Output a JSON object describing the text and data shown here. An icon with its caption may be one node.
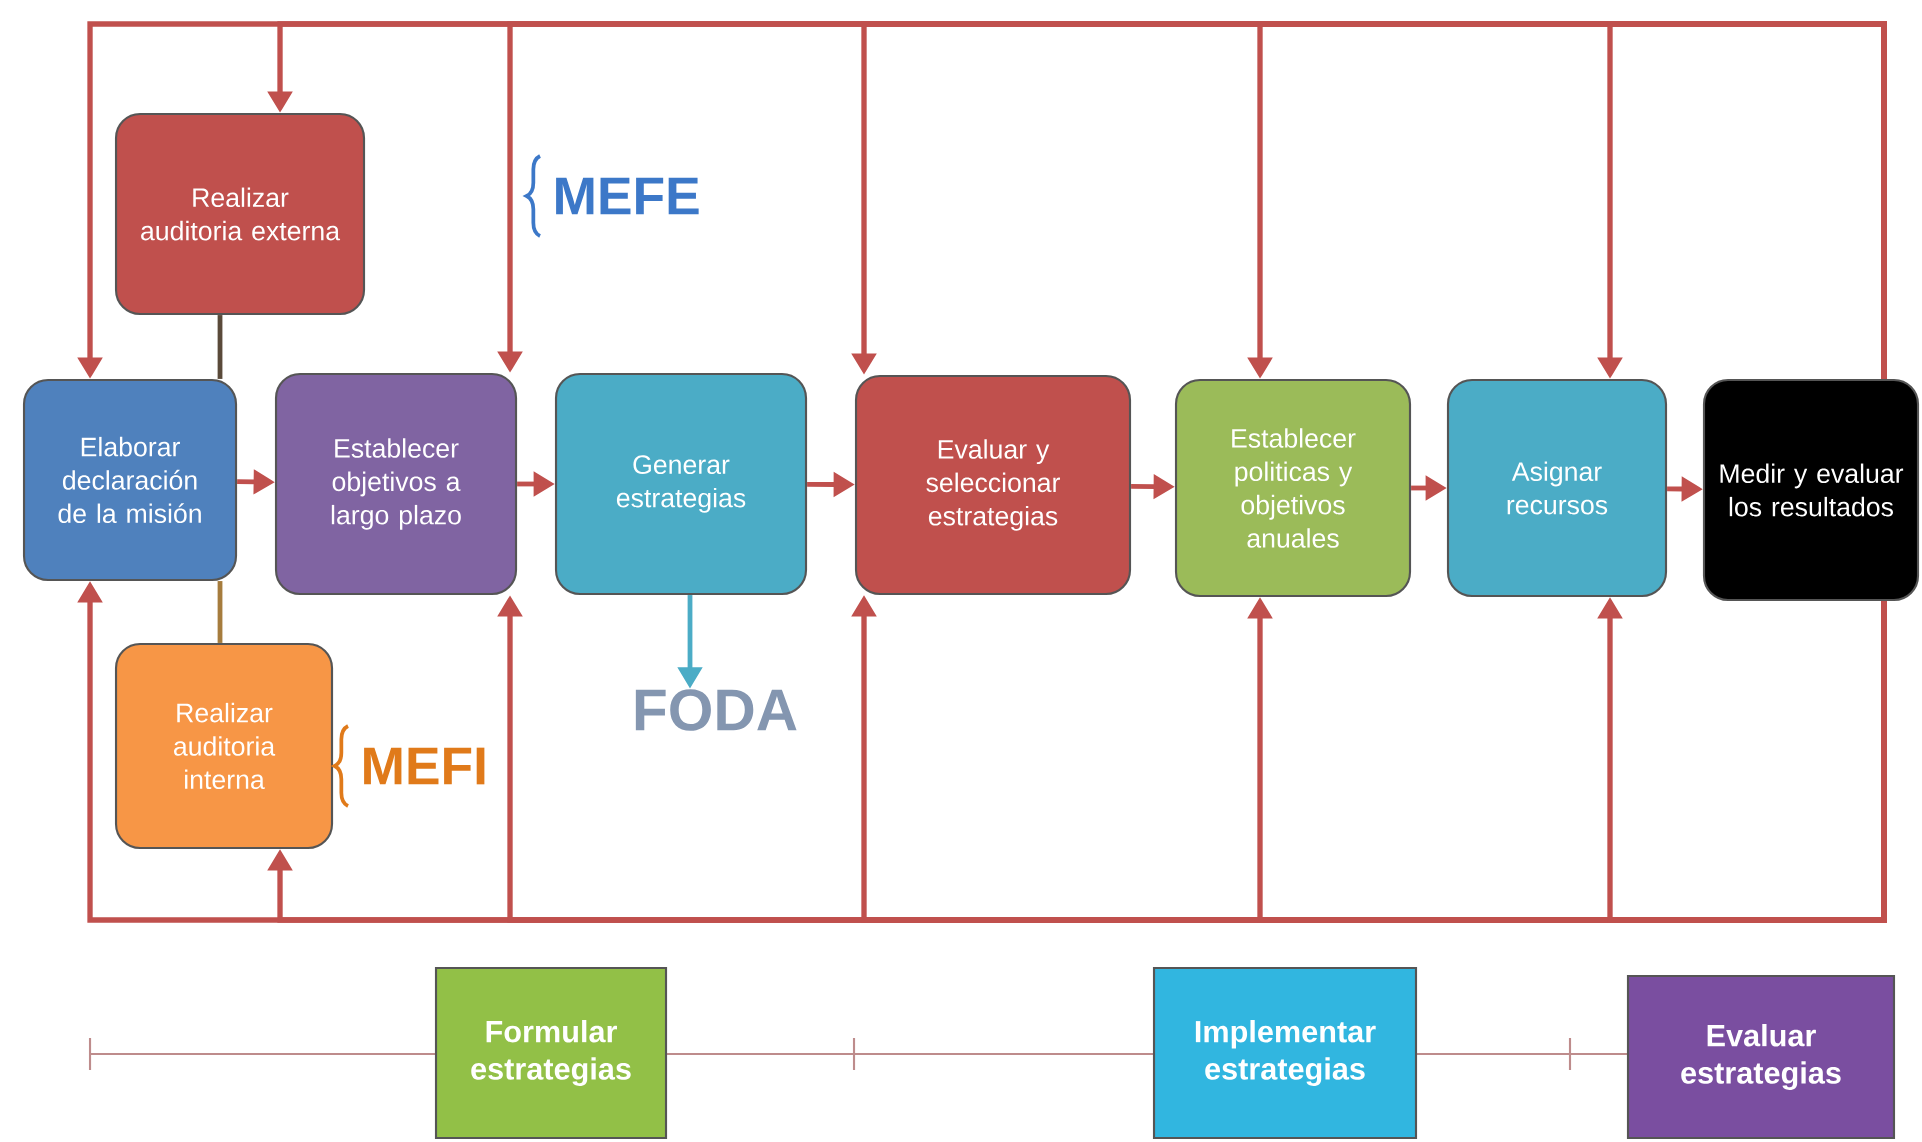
{
  "diagram": {
    "nodes": [
      {
        "text": [
          "Realizar auditoria externa"
        ],
        "beside": [
          "MEFE"
        ]
      },
      {
        "text": [
          "Elaborar declaración de la misión"
        ]
      },
      {
        "text": [
          "Establecer objetivos a largo plazo"
        ]
      },
      {
        "text": [
          "Generar estrategias"
        ]
      },
      {
        "text": [
          "Evaluar y seleccionar estrategias"
        ]
      },
      {
        "text": [
          "Establecer politicas y objetivos anuales"
        ]
      },
      {
        "text": [
          "Asignar recursos"
        ]
      },
      {
        "text": [
          "Medir y evaluar los resultados"
        ]
      },
      {
        "text": [
          "Realizar auditoria interna"
        ],
        "beside": [
          "MEFI"
        ]
      },
      {
        "text": [
          "FODA"
        ]
      },
      {
        "text": [
          "Formular estrategias"
        ]
      },
      {
        "text": [
          "Implementar estrategias"
        ]
      },
      {
        "text": [
          "Evaluar estrategias"
        ]
      }
    ],
    "edges": [
      {
        "from": 1,
        "to": 2,
        "arrow": "to"
      },
      {
        "from": 2,
        "to": 3,
        "arrow": "to"
      },
      {
        "from": 3,
        "to": 4,
        "arrow": "to"
      },
      {
        "from": 4,
        "to": 5,
        "arrow": "to"
      },
      {
        "from": 5,
        "to": 6,
        "arrow": "to"
      },
      {
        "from": 6,
        "to": 7,
        "arrow": "to"
      },
      {
        "from": 3,
        "to": 9,
        "arrow": "to",
        "color": "#4bacc6"
      },
      {
        "from": 0,
        "to": 1,
        "arrow": "none",
        "color": "#5a4a3a"
      },
      {
        "from": 1,
        "to": 8,
        "arrow": "none",
        "color": "#a67c3d"
      },
      {
        "from": 7,
        "to": 1,
        "arrow": "to"
      },
      {
        "from": 7,
        "to": 0,
        "arrow": "to"
      },
      {
        "from": 7,
        "to": 2,
        "arrow": "to"
      },
      {
        "from": 7,
        "to": 4,
        "arrow": "to"
      },
      {
        "from": 7,
        "to": 5,
        "arrow": "to"
      },
      {
        "from": 7,
        "to": 6,
        "arrow": "to"
      },
      {
        "from": 7,
        "to": 1,
        "arrow": "to"
      },
      {
        "from": 7,
        "to": 8,
        "arrow": "to"
      },
      {
        "from": 7,
        "to": 2,
        "arrow": "to"
      },
      {
        "from": 7,
        "to": 4,
        "arrow": "to"
      },
      {
        "from": 7,
        "to": 5,
        "arrow": "to"
      },
      {
        "from": 7,
        "to": 6,
        "arrow": "to"
      }
    ]
  }
}
